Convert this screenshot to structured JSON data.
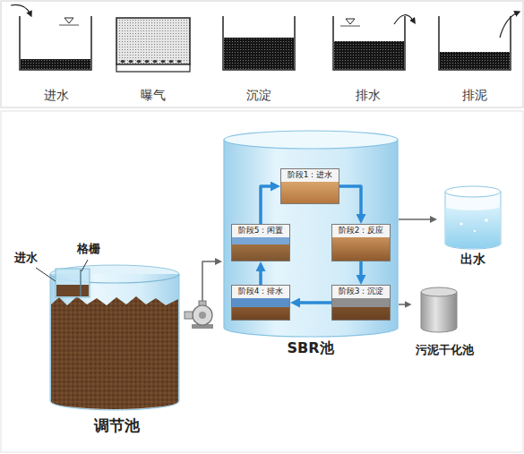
{
  "diagram": {
    "nodes": [
      {
        "text": [
          "进水"
        ]
      },
      {
        "text": [
          "曝气"
        ]
      },
      {
        "text": [
          "沉淀"
        ]
      },
      {
        "text": [
          "排水"
        ]
      },
      {
        "text": [
          "排泥"
        ]
      },
      {
        "text": [
          "调节池"
        ]
      },
      {
        "text": [
          "SBR池"
        ]
      },
      {
        "text": [
          "阶段1：进水"
        ],
        "in": 6
      },
      {
        "text": [
          "阶段2：反应"
        ],
        "in": 6
      },
      {
        "text": [
          "阶段3：沉淀"
        ],
        "in": 6
      },
      {
        "text": [
          "阶段4：排水"
        ],
        "in": 6
      },
      {
        "text": [
          "阶段5：闲置"
        ],
        "in": 6
      },
      {
        "text": [
          "出水"
        ]
      },
      {
        "text": [
          "污泥干化池"
        ]
      }
    ],
    "edges": [
      {
        "from": 7,
        "to": 8,
        "arrow": "to"
      },
      {
        "from": 8,
        "to": 9,
        "arrow": "to"
      },
      {
        "from": 9,
        "to": 10,
        "arrow": "to"
      },
      {
        "from": 10,
        "to": 11,
        "arrow": "to"
      },
      {
        "from": 11,
        "to": 7,
        "arrow": "to"
      },
      {
        "from": 5,
        "to": 6,
        "arrow": "to"
      },
      {
        "from": 6,
        "to": 12,
        "arrow": "to"
      },
      {
        "from": 6,
        "to": 13,
        "arrow": "to"
      }
    ],
    "labels": [
      "进水",
      "格栅"
    ]
  }
}
